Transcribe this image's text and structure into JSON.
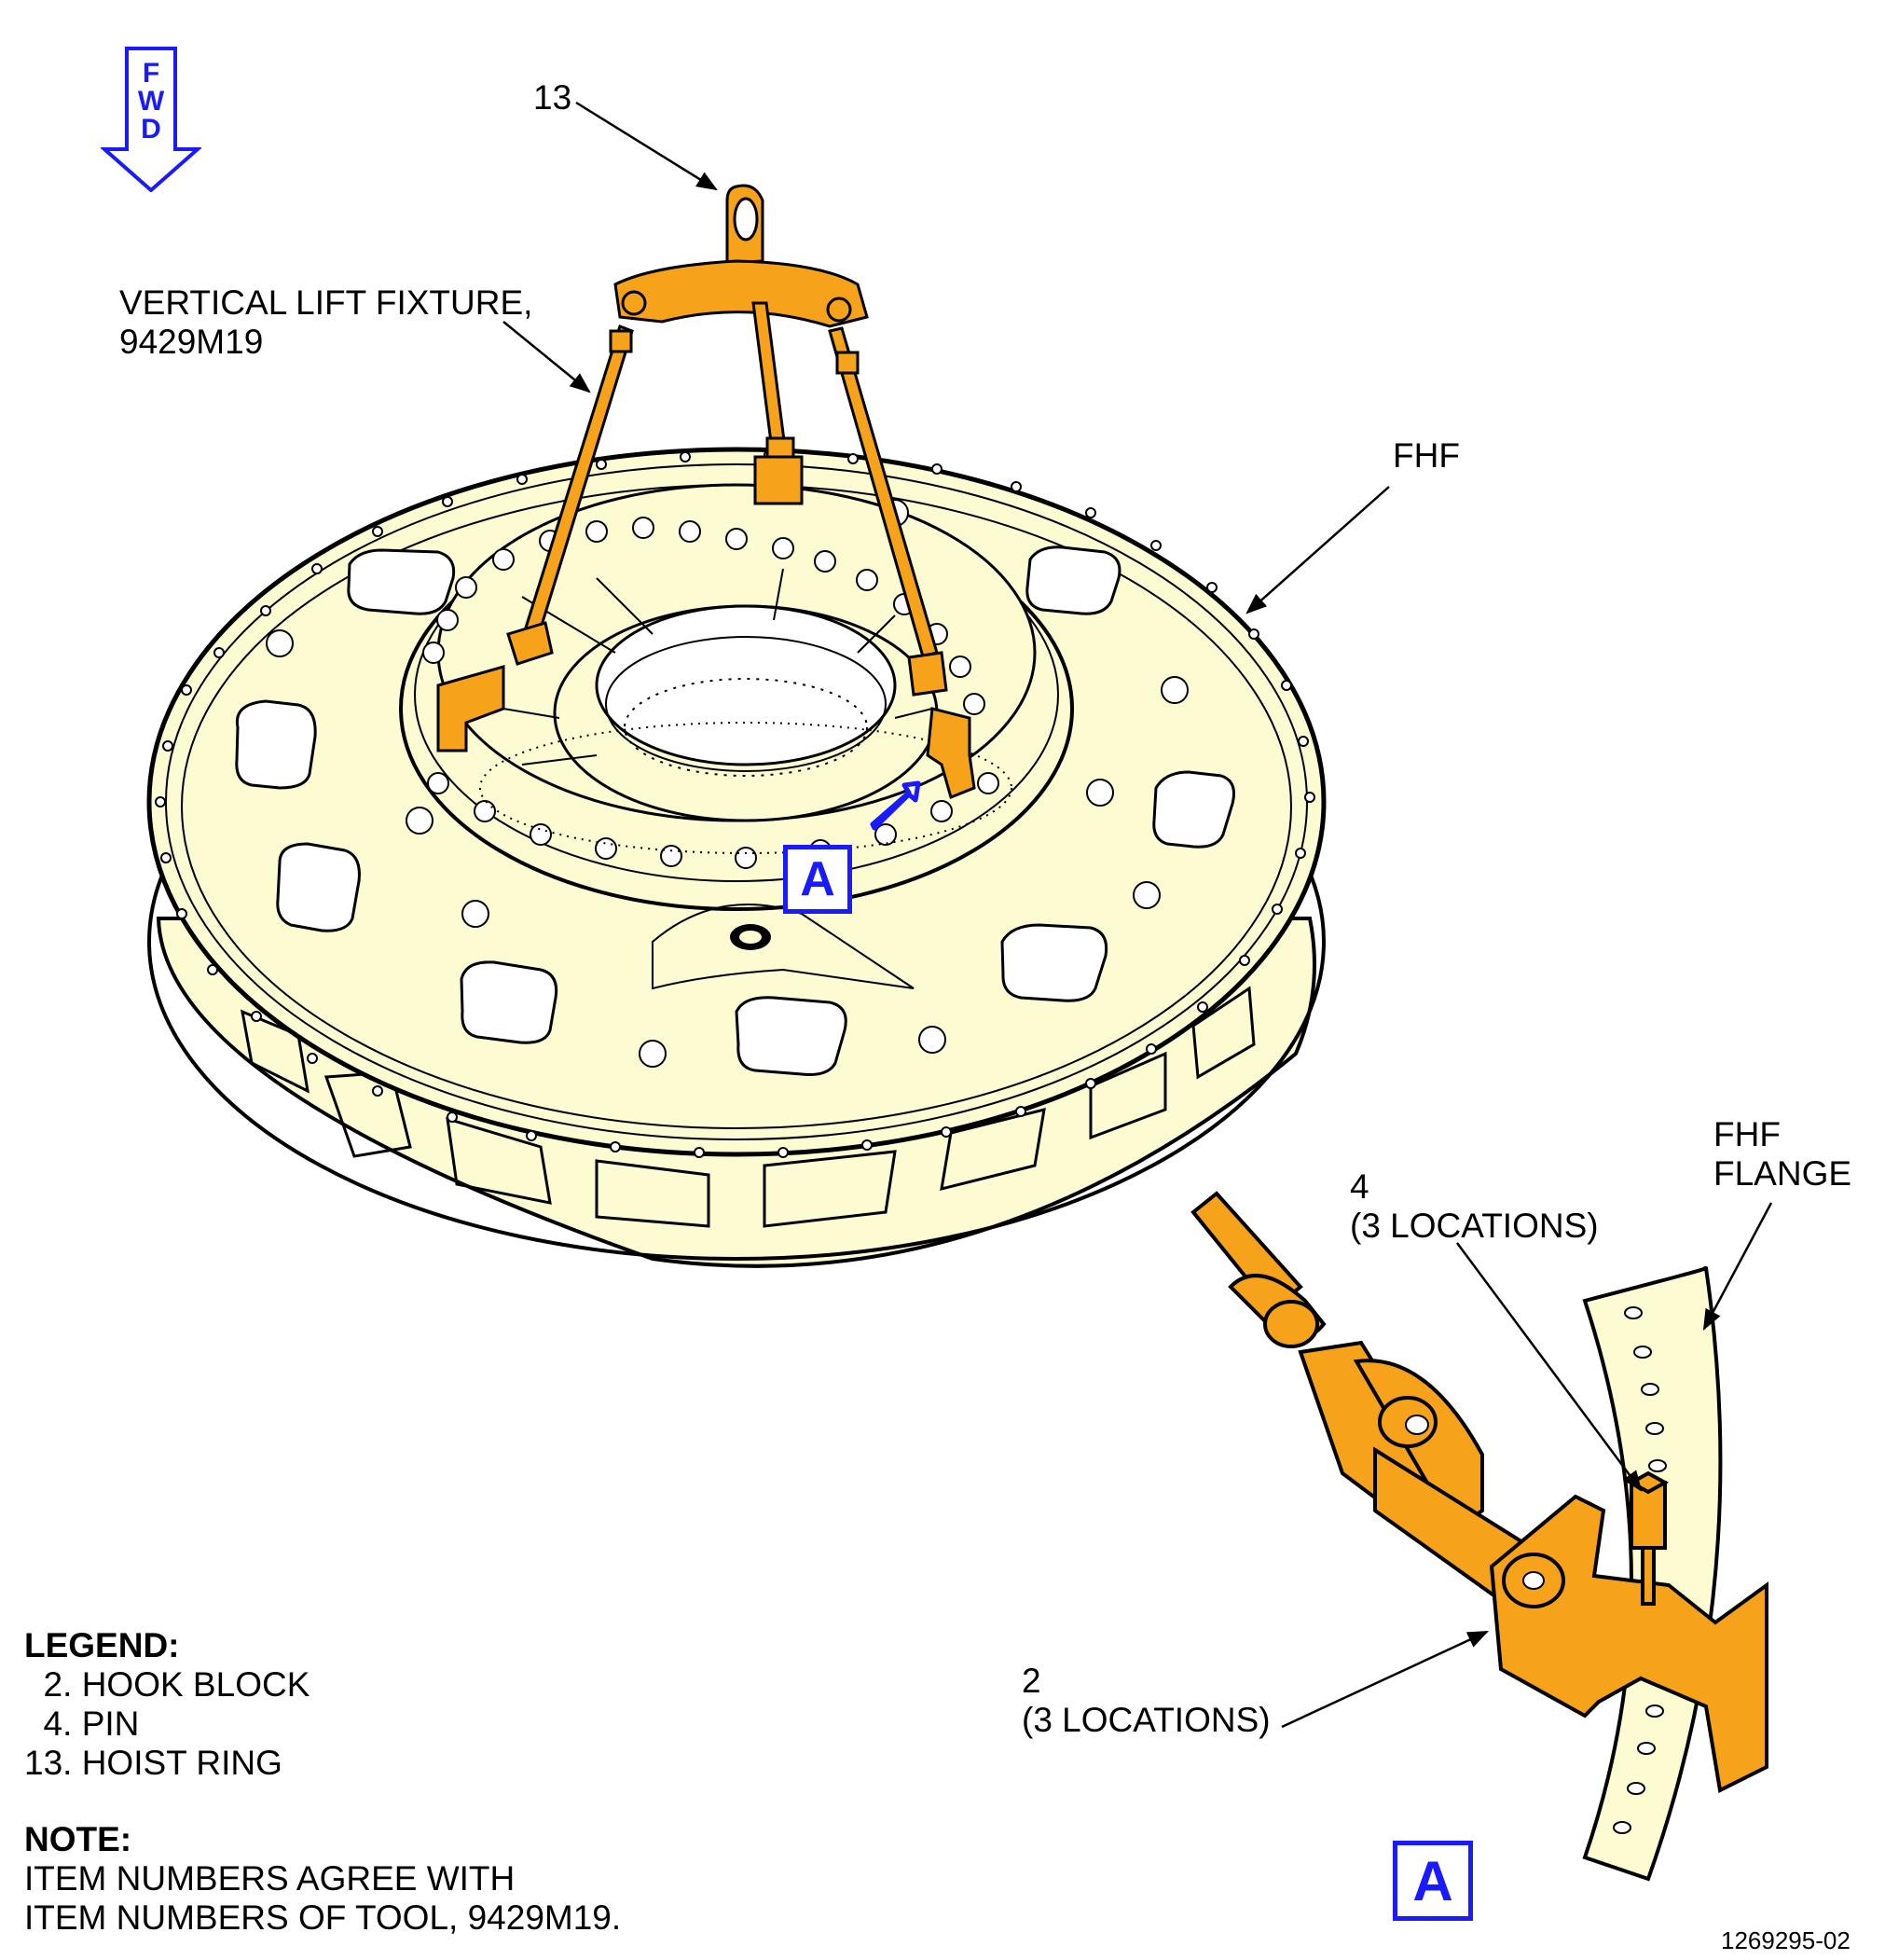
{
  "direction": {
    "letters": [
      "F",
      "W",
      "D"
    ]
  },
  "labels": {
    "item_13": "13",
    "lift_fixture": "VERTICAL LIFT FIXTURE,\n9429M19",
    "fhf": "FHF",
    "fhf_flange": "FHF\nFLANGE",
    "item_4": "4\n(3 LOCATIONS)",
    "item_2": "2\n(3 LOCATIONS)"
  },
  "callouts": {
    "view_ref": "A",
    "detail_view": "A"
  },
  "legend": {
    "heading": "LEGEND:",
    "items": [
      "  2. HOOK BLOCK",
      "  4. PIN",
      "13. HOIST RING"
    ]
  },
  "note": {
    "heading": "NOTE:",
    "lines": [
      "ITEM NUMBERS AGREE WITH",
      "ITEM NUMBERS OF TOOL, 9429M19."
    ]
  },
  "figure_number": "1269295-02",
  "colors": {
    "part_fill": "#fdfbd2",
    "tool_fill": "#f7a21b",
    "callout_blue": "#1a1aff",
    "line": "#000000"
  }
}
